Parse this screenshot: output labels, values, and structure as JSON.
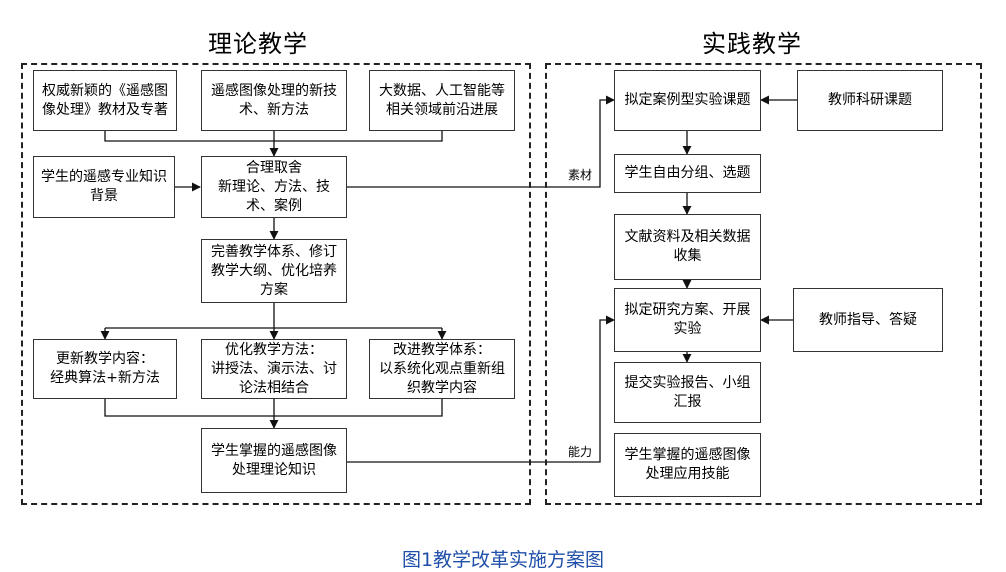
{
  "titles": {
    "theory": "理论教学",
    "practice": "实践教学"
  },
  "theory": {
    "authoritative_textbooks": "权威新颖的《遥感图像处理》教材及专著",
    "new_tech_methods": "遥感图像处理的新技术、新方法",
    "frontier_progress": "大数据、人工智能等相关领域前沿进展",
    "student_background": "学生的遥感专业知识背景",
    "selection": [
      "合理取舍",
      "新理论、方法、技",
      "术、案例"
    ],
    "improve_system": "完善教学体系、修订教学大纲、优化培养方案",
    "update_content": [
      "更新教学内容：",
      "经典算法+新方法"
    ],
    "optimize_methods": [
      "优化教学方法：",
      "讲授法、演示法、讨",
      "论法相结合"
    ],
    "improve_organization": [
      "改进教学体系：",
      "以系统化观点重新组",
      "织教学内容"
    ],
    "theory_knowledge": "学生掌握的遥感图像处理理论知识"
  },
  "practice": {
    "case_topics": "拟定案例型实验课题",
    "teacher_research": "教师科研课题",
    "grouping": "学生自由分组、选题",
    "literature": "文献资料及相关数据收集",
    "plan_experiment": "拟定研究方案、开展实验",
    "teacher_guidance": "教师指导、答疑",
    "report": "提交实验报告、小组汇报",
    "application_skills": "学生掌握的遥感图像处理应用技能"
  },
  "connectors": {
    "material": "素材",
    "ability": "能力"
  },
  "caption": "图1教学改革实施方案图"
}
